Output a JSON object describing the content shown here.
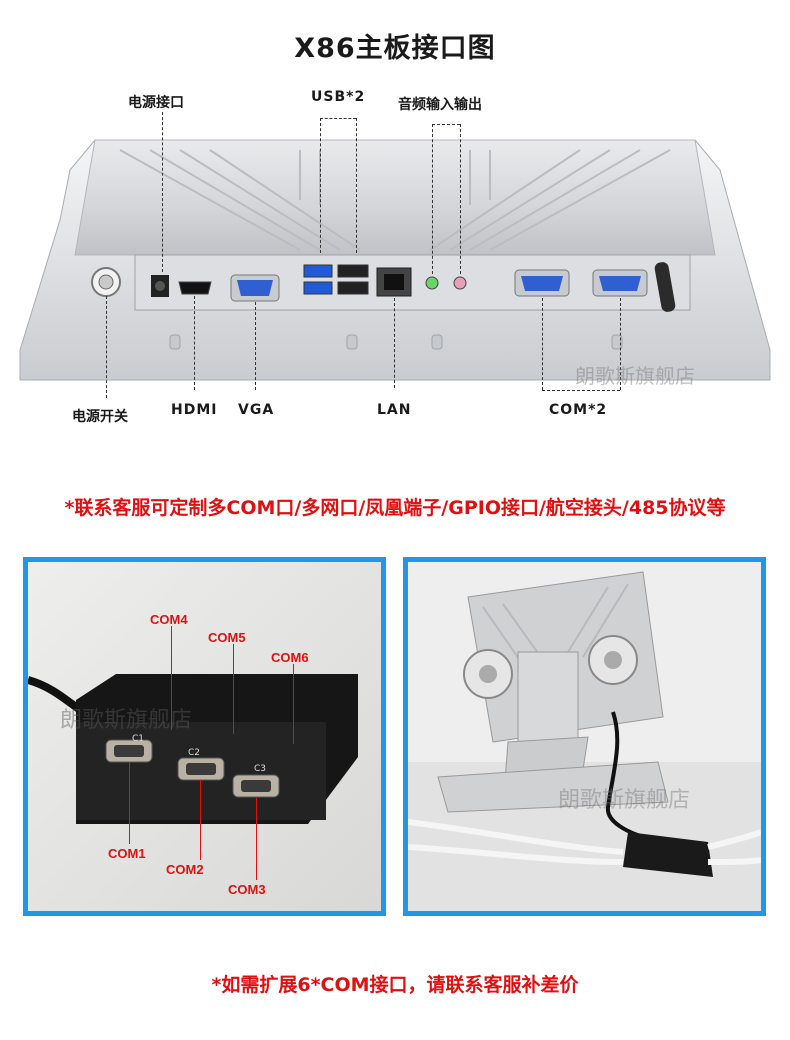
{
  "title": "X86主板接口图",
  "labels": {
    "power_port": "电源接口",
    "usb": "USB*2",
    "audio": "音频输入输出",
    "power_switch": "电源开关",
    "hdmi": "HDMI",
    "vga": "VGA",
    "lan": "LAN",
    "com2": "COM*2"
  },
  "customize_note": "*联系客服可定制多COM口/多网口/凤凰端子/GPIO接口/航空接头/485协议等",
  "expansion": {
    "top_ports": [
      "COM4",
      "COM5",
      "COM6"
    ],
    "bottom_ports": [
      "COM1",
      "COM2",
      "COM3"
    ],
    "box_marks": [
      "C1",
      "C2",
      "C3"
    ]
  },
  "watermark": "朗歌斯旗舰店",
  "bottom_note": "*如需扩展6*COM接口，请联系客服补差价",
  "colors": {
    "accent_blue": "#2296e8",
    "note_red": "#e01010"
  }
}
